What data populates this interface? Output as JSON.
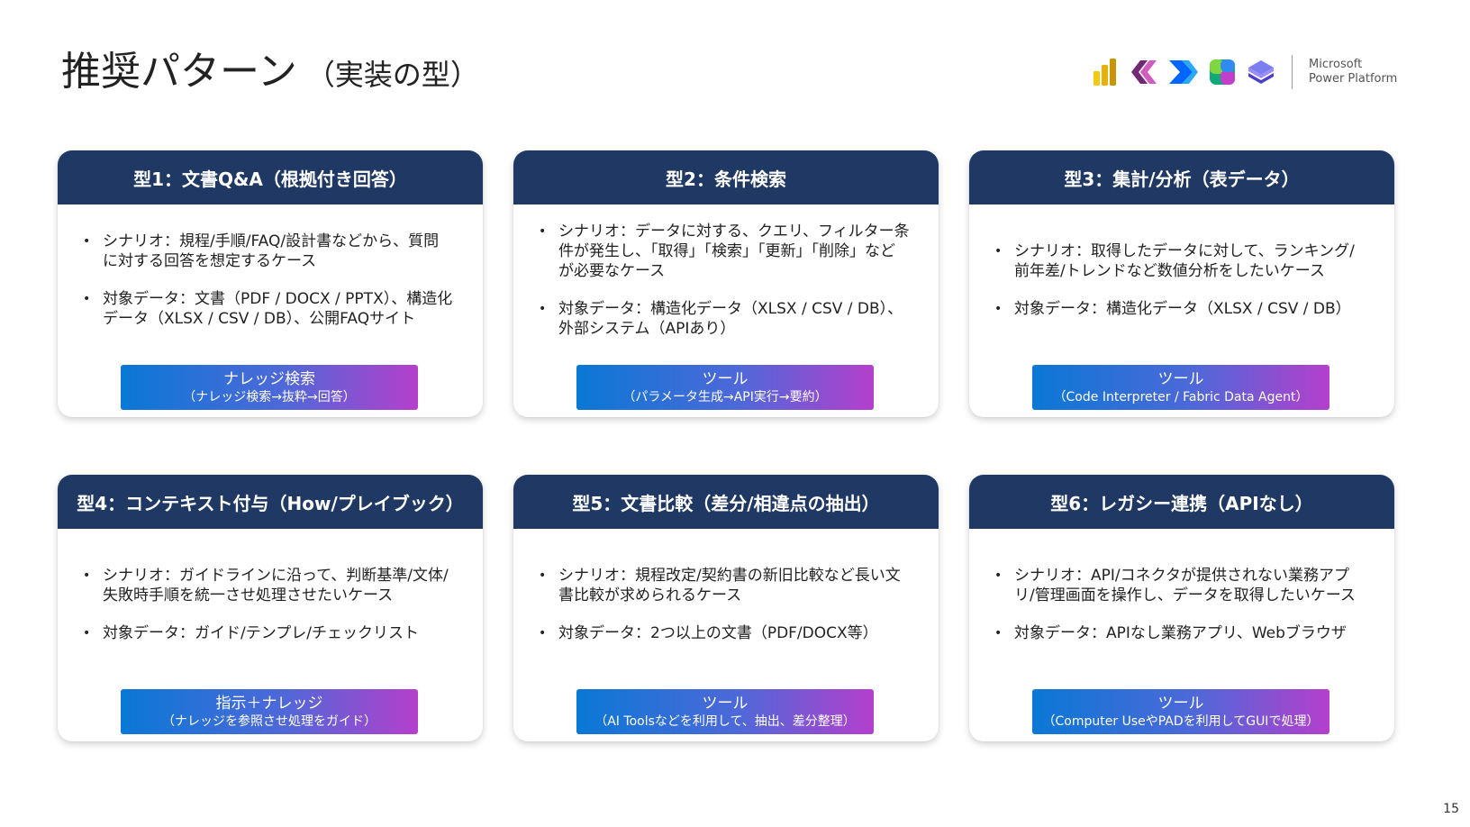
{
  "title": {
    "main": "推奨パターン",
    "sub": "（実装の型）"
  },
  "brand": {
    "line1": "Microsoft",
    "line2": "Power Platform",
    "icons": [
      "power-bi-icon",
      "power-apps-icon",
      "power-automate-icon",
      "power-pages-icon",
      "copilot-studio-icon"
    ]
  },
  "cards": [
    {
      "header": "型1：文書Q&A（根拠付き回答）",
      "bullets": [
        "シナリオ：規程/手順/FAQ/設計書などから、質問に対する回答を想定するケース",
        "対象データ：文書（PDF / DOCX / PPTX）、構造化データ（XLSX / CSV / DB）、公開FAQサイト"
      ],
      "tag_title": "ナレッジ検索",
      "tag_sub": "（ナレッジ検索→抜粋→回答）"
    },
    {
      "header": "型2：条件検索",
      "bullets": [
        "シナリオ：データに対する、クエリ、フィルター条件が発生し、「取得」「検索」「更新」「削除」などが必要なケース",
        "対象データ：構造化データ（XLSX / CSV / DB）、外部システム（APIあり）"
      ],
      "tag_title": "ツール",
      "tag_sub": "（パラメータ生成→API実行→要約）"
    },
    {
      "header": "型3：集計/分析（表データ）",
      "bullets": [
        "シナリオ：取得したデータに対して、ランキング/前年差/トレンドなど数値分析をしたいケース",
        "対象データ：構造化データ（XLSX / CSV / DB）"
      ],
      "tag_title": "ツール",
      "tag_sub": "（Code Interpreter / Fabric Data Agent）"
    },
    {
      "header": "型4：コンテキスト付与（How/プレイブック）",
      "bullets": [
        "シナリオ：ガイドラインに沿って、判断基準/文体/失敗時手順を統一させ処理させたいケース",
        "対象データ：ガイド/テンプレ/チェックリスト"
      ],
      "tag_title": "指示＋ナレッジ",
      "tag_sub": "（ナレッジを参照させ処理をガイド）"
    },
    {
      "header": "型5：文書比較（差分/相違点の抽出）",
      "bullets": [
        "シナリオ：規程改定/契約書の新旧比較など長い文書比較が求められるケース",
        "対象データ：2つ以上の文書（PDF/DOCX等）"
      ],
      "tag_title": "ツール",
      "tag_sub": "（AI Toolsなどを利用して、抽出、差分整理）"
    },
    {
      "header": "型6：レガシー連携（APIなし）",
      "bullets": [
        "シナリオ：API/コネクタが提供されない業務アプリ/管理画面を操作し、データを取得したいケース",
        "対象データ：APIなし業務アプリ、Webブラウザ"
      ],
      "tag_title": "ツール",
      "tag_sub": "（Computer UseやPADを利用してGUIで処理）"
    }
  ],
  "page_number": "15",
  "colors": {
    "header_bg": "#1f3864",
    "tag_start": "#0a78d6",
    "tag_end": "#b53fcc"
  }
}
